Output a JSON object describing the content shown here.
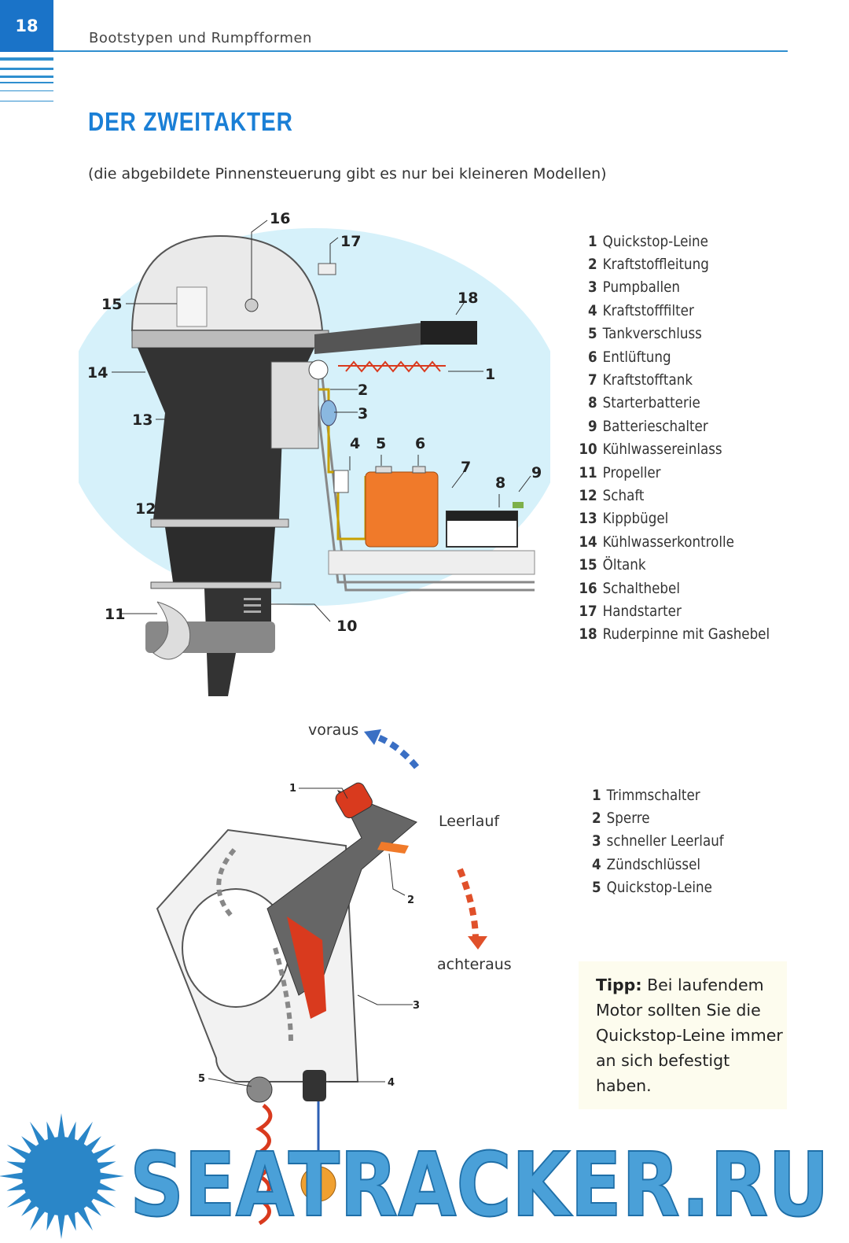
{
  "header": {
    "page_number": "18",
    "running_title": "Bootstypen und Rumpfformen"
  },
  "title": "DER ZWEITAKTER",
  "subtitle": "(die abgebildete Pinnensteuerung gibt es nur bei kleineren Modellen)",
  "engine_legend": [
    {
      "num": "1",
      "label": "Quickstop-Leine"
    },
    {
      "num": "2",
      "label": "Kraftstoffleitung"
    },
    {
      "num": "3",
      "label": "Pumpballen"
    },
    {
      "num": "4",
      "label": "Kraftstofffilter"
    },
    {
      "num": "5",
      "label": "Tankverschluss"
    },
    {
      "num": "6",
      "label": "Entlüftung"
    },
    {
      "num": "7",
      "label": "Kraftstofftank"
    },
    {
      "num": "8",
      "label": "Starterbatterie"
    },
    {
      "num": "9",
      "label": "Batterieschalter"
    },
    {
      "num": "10",
      "label": "Kühlwassereinlass"
    },
    {
      "num": "11",
      "label": "Propeller"
    },
    {
      "num": "12",
      "label": "Schaft"
    },
    {
      "num": "13",
      "label": "Kippbügel"
    },
    {
      "num": "14",
      "label": "Kühlwasserkontrolle"
    },
    {
      "num": "15",
      "label": "Öltank"
    },
    {
      "num": "16",
      "label": "Schalthebel"
    },
    {
      "num": "17",
      "label": "Handstarter"
    },
    {
      "num": "18",
      "label": "Ruderpinne mit Gashebel"
    }
  ],
  "control_diagram": {
    "forward": "voraus",
    "neutral": "Leerlauf",
    "reverse": "achteraus",
    "callouts": [
      "1",
      "2",
      "3",
      "4",
      "5"
    ]
  },
  "control_legend": [
    {
      "num": "1",
      "label": "Trimmschalter"
    },
    {
      "num": "2",
      "label": "Sperre"
    },
    {
      "num": "3",
      "label": "schneller Leerlauf"
    },
    {
      "num": "4",
      "label": "Zündschlüssel"
    },
    {
      "num": "5",
      "label": "Quickstop-Leine"
    }
  ],
  "tip": {
    "bold": "Tipp:",
    "text": " Bei laufendem Motor sollten Sie die Quickstop-Leine immer an sich befestigt haben."
  },
  "watermark": "SEATRACKER.RU",
  "colors": {
    "accent": "#1a73c8",
    "orange": "#f07a2a",
    "red": "#d93a1e",
    "water": "#cdeef8"
  }
}
